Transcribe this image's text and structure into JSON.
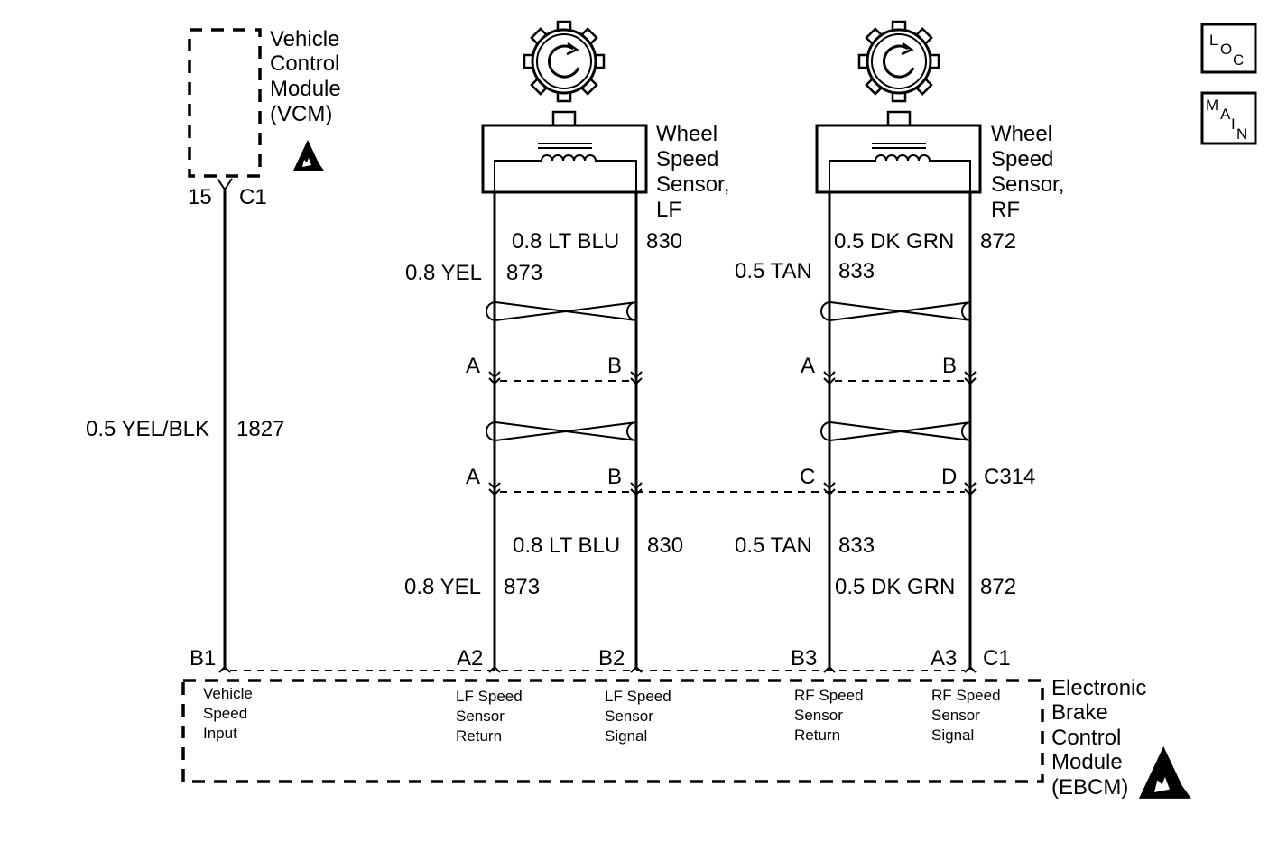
{
  "vcm": {
    "line1": "Vehicle",
    "line2": "Control",
    "line3": "Module",
    "line4": "(VCM)",
    "pin": "15",
    "connector": "C1"
  },
  "vss_wire": {
    "gauge_color": "0.5 YEL/BLK",
    "circuit": "1827"
  },
  "lf_sensor": {
    "line1": "Wheel",
    "line2": "Speed",
    "line3": "Sensor,",
    "line4": "LF"
  },
  "rf_sensor": {
    "line1": "Wheel",
    "line2": "Speed",
    "line3": "Sensor,",
    "line4": "RF"
  },
  "upper_wires": {
    "lf_signal": {
      "gauge_color": "0.8 LT BLU",
      "circuit": "830"
    },
    "lf_return": {
      "gauge_color": "0.8 YEL",
      "circuit": "873"
    },
    "rf_signal": {
      "gauge_color": "0.5 DK GRN",
      "circuit": "872"
    },
    "rf_return": {
      "gauge_color": "0.5 TAN",
      "circuit": "833"
    }
  },
  "connector_upper": {
    "lf_a": "A",
    "lf_b": "B",
    "rf_a": "A",
    "rf_b": "B"
  },
  "connector_c314": {
    "a": "A",
    "b": "B",
    "c": "C",
    "d": "D",
    "name": "C314"
  },
  "lower_wires": {
    "lf_signal": {
      "gauge_color": "0.8 LT BLU",
      "circuit": "830"
    },
    "lf_return": {
      "gauge_color": "0.8 YEL",
      "circuit": "873"
    },
    "rf_return": {
      "gauge_color": "0.5 TAN",
      "circuit": "833"
    },
    "rf_signal": {
      "gauge_color": "0.5 DK GRN",
      "circuit": "872"
    }
  },
  "ebcm_pins": {
    "b1": "B1",
    "a2": "A2",
    "b2": "B2",
    "b3": "B3",
    "a3": "A3",
    "c1": "C1"
  },
  "ebcm_terminals": {
    "vss": {
      "l1": "Vehicle",
      "l2": "Speed",
      "l3": "Input"
    },
    "lf_return": {
      "l1": "LF Speed",
      "l2": "Sensor",
      "l3": "Return"
    },
    "lf_signal": {
      "l1": "LF Speed",
      "l2": "Sensor",
      "l3": "Signal"
    },
    "rf_return": {
      "l1": "RF Speed",
      "l2": "Sensor",
      "l3": "Return"
    },
    "rf_signal": {
      "l1": "RF Speed",
      "l2": "Sensor",
      "l3": "Signal"
    }
  },
  "ebcm": {
    "line1": "Electronic",
    "line2": "Brake",
    "line3": "Control",
    "line4": "Module",
    "line5": "(EBCM)"
  },
  "nav_buttons": {
    "loc": {
      "c1": "L",
      "c2": "O",
      "c3": "C"
    },
    "main": {
      "c1": "M",
      "c2": "A",
      "c3": "I",
      "c4": "N"
    }
  }
}
